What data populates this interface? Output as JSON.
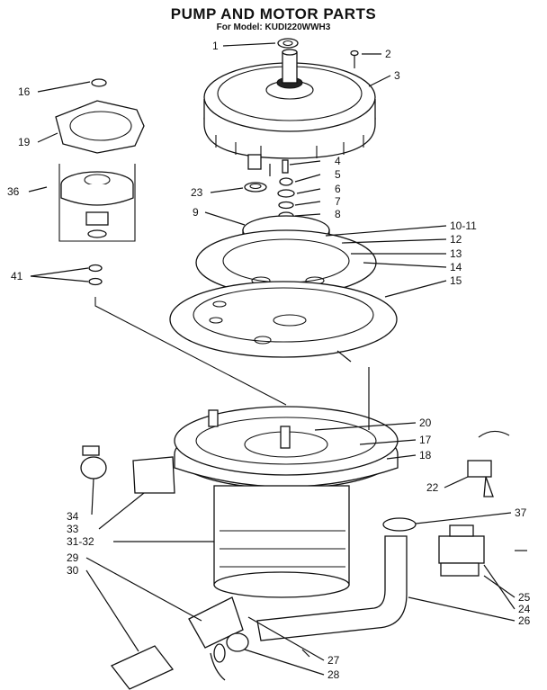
{
  "header": {
    "title": "PUMP AND MOTOR PARTS",
    "model_line": "For Model: KUDI220WWH3"
  },
  "callouts": [
    {
      "id": "c1",
      "label": "1"
    },
    {
      "id": "c2",
      "label": "2"
    },
    {
      "id": "c3",
      "label": "3"
    },
    {
      "id": "c4",
      "label": "4"
    },
    {
      "id": "c5",
      "label": "5"
    },
    {
      "id": "c6",
      "label": "6"
    },
    {
      "id": "c7",
      "label": "7"
    },
    {
      "id": "c8",
      "label": "8"
    },
    {
      "id": "c9",
      "label": "9"
    },
    {
      "id": "c10",
      "label": "10-11"
    },
    {
      "id": "c12",
      "label": "12"
    },
    {
      "id": "c13",
      "label": "13"
    },
    {
      "id": "c14",
      "label": "14"
    },
    {
      "id": "c15",
      "label": "15"
    },
    {
      "id": "c16",
      "label": "16"
    },
    {
      "id": "c17",
      "label": "17"
    },
    {
      "id": "c18",
      "label": "18"
    },
    {
      "id": "c19",
      "label": "19"
    },
    {
      "id": "c20",
      "label": "20"
    },
    {
      "id": "c22",
      "label": "22"
    },
    {
      "id": "c23",
      "label": "23"
    },
    {
      "id": "c24",
      "label": "24"
    },
    {
      "id": "c25",
      "label": "25"
    },
    {
      "id": "c26",
      "label": "26"
    },
    {
      "id": "c27",
      "label": "27"
    },
    {
      "id": "c28",
      "label": "28"
    },
    {
      "id": "c29",
      "label": "29"
    },
    {
      "id": "c30",
      "label": "30"
    },
    {
      "id": "c3132",
      "label": "31-32"
    },
    {
      "id": "c33",
      "label": "33"
    },
    {
      "id": "c34",
      "label": "34"
    },
    {
      "id": "c36",
      "label": "36"
    },
    {
      "id": "c37",
      "label": "37"
    },
    {
      "id": "c41",
      "label": "41"
    }
  ]
}
